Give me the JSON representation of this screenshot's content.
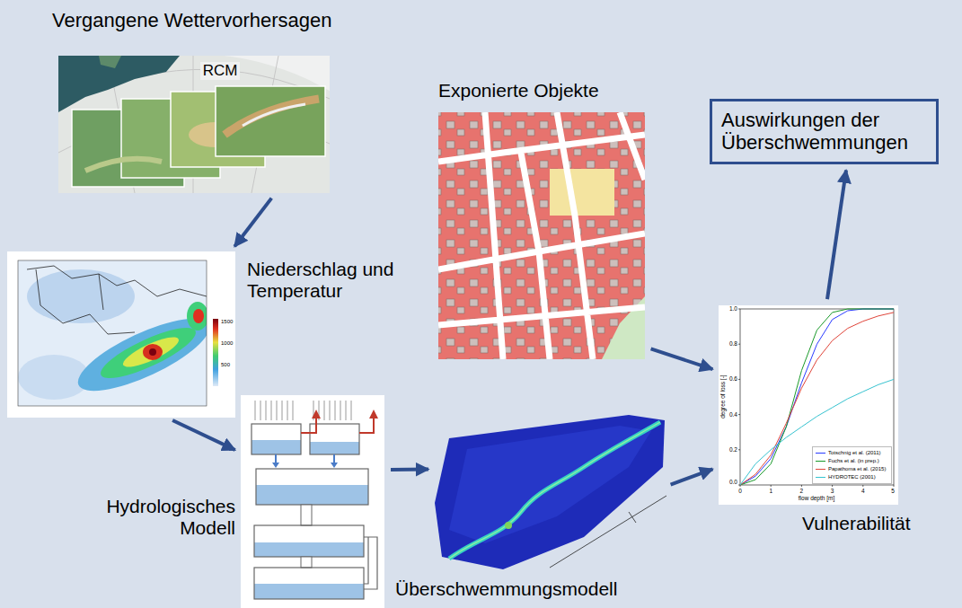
{
  "diagram": {
    "nodes": [
      {
        "text": [
          "Vergangene Wettervorhersagen",
          "RCM"
        ]
      },
      {
        "text": [
          "Niederschlag und Temperatur"
        ]
      },
      {
        "text": [
          "Hydrologisches Modell"
        ]
      },
      {
        "text": [
          "Überschwemmungsmodell"
        ]
      },
      {
        "text": [
          "Exponierte Objekte"
        ]
      },
      {
        "text": [
          "Vulnerabilität"
        ]
      },
      {
        "text": [
          "Auswirkungen der Überschwemmungen"
        ]
      }
    ],
    "edges": [
      {
        "from": 0,
        "to": 1,
        "arrow": "to"
      },
      {
        "from": 1,
        "to": 2,
        "arrow": "to"
      },
      {
        "from": 2,
        "to": 3,
        "arrow": "to"
      },
      {
        "from": 3,
        "to": 5,
        "arrow": "to"
      },
      {
        "from": 4,
        "to": 5,
        "arrow": "to"
      },
      {
        "from": 5,
        "to": 6,
        "arrow": "to"
      }
    ],
    "labels": [
      "1500",
      "1000",
      "500",
      "1.0",
      "0.8",
      "0.6",
      "0.4",
      "0.2",
      "0.0",
      "0",
      "1",
      "2",
      "3",
      "4",
      "5",
      "degree of loss [-]",
      "flow depth [m]"
    ],
    "legend": [
      {
        "text": "Totschnig et al. (2011)"
      },
      {
        "text": "Fuchs et al. (in prep.)"
      },
      {
        "text": "Papathoma et al. (2015)"
      },
      {
        "text": "HYDROTEC (2001)"
      }
    ]
  }
}
